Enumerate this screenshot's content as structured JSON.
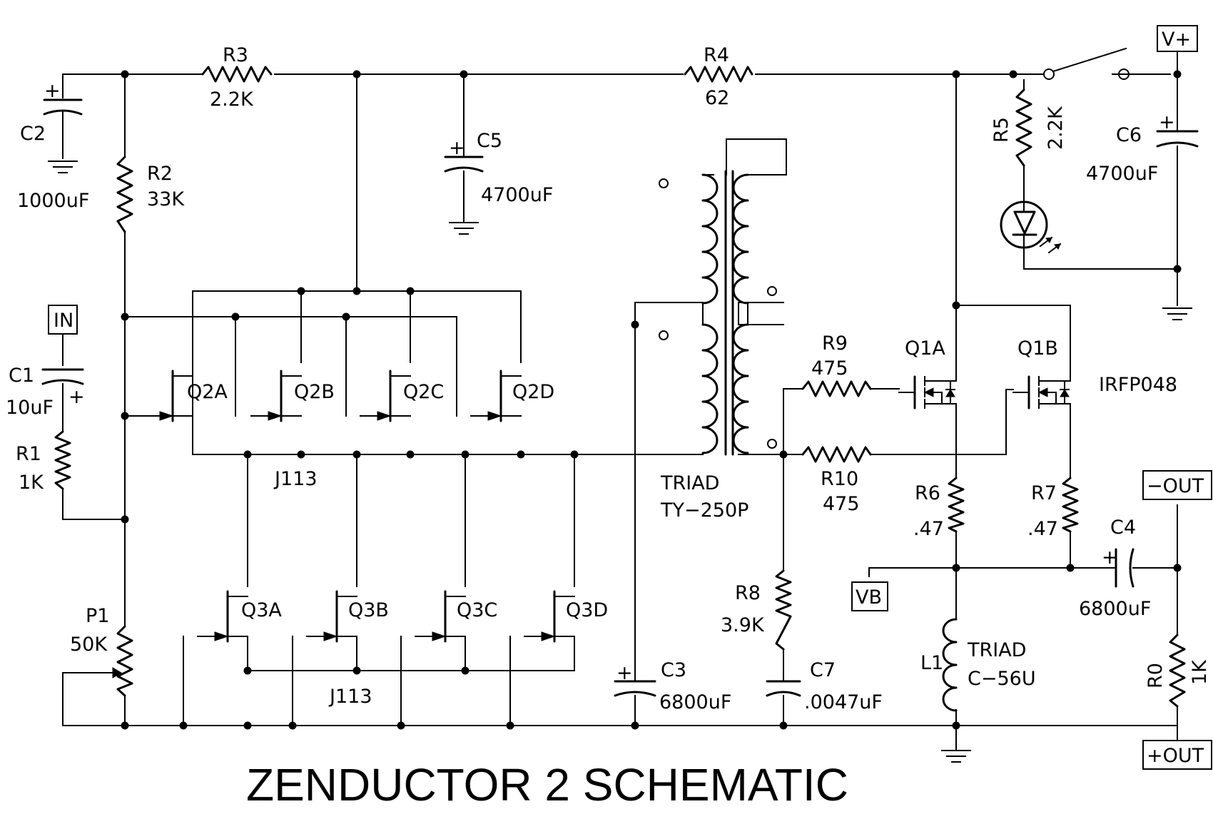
{
  "title": "ZENDUCTOR 2 SCHEMATIC",
  "ports": {
    "in": "IN",
    "vplus": "V+",
    "vb": "VB",
    "out_neg": "−OUT",
    "out_pos": "+OUT"
  },
  "resistors": {
    "r0": {
      "ref": "R0",
      "value": "1K"
    },
    "r1": {
      "ref": "R1",
      "value": "1K"
    },
    "r2": {
      "ref": "R2",
      "value": "33K"
    },
    "r3": {
      "ref": "R3",
      "value": "2.2K"
    },
    "r4": {
      "ref": "R4",
      "value": "62"
    },
    "r5": {
      "ref": "R5",
      "value": "2.2K"
    },
    "r6": {
      "ref": "R6",
      "value": ".47"
    },
    "r7": {
      "ref": "R7",
      "value": ".47"
    },
    "r8": {
      "ref": "R8",
      "value": "3.9K"
    },
    "r9": {
      "ref": "R9",
      "value": "475"
    },
    "r10": {
      "ref": "R10",
      "value": "475"
    }
  },
  "capacitors": {
    "c1": {
      "ref": "C1",
      "value": "10uF"
    },
    "c2": {
      "ref": "C2",
      "value": "1000uF"
    },
    "c3": {
      "ref": "C3",
      "value": "6800uF"
    },
    "c4": {
      "ref": "C4",
      "value": "6800uF"
    },
    "c5": {
      "ref": "C5",
      "value": "4700uF"
    },
    "c6": {
      "ref": "C6",
      "value": "4700uF"
    },
    "c7": {
      "ref": "C7",
      "value": ".0047uF"
    }
  },
  "pot": {
    "ref": "P1",
    "value": "50K"
  },
  "inductor": {
    "ref": "L1",
    "make": "TRIAD",
    "part": "C−56U"
  },
  "transformer": {
    "make": "TRIAD",
    "part": "TY−250P"
  },
  "transistors": {
    "q2": [
      "Q2A",
      "Q2B",
      "Q2C",
      "Q2D"
    ],
    "q3": [
      "Q3A",
      "Q3B",
      "Q3C",
      "Q3D"
    ],
    "jfet_part": "J113",
    "q1a": "Q1A",
    "q1b": "Q1B",
    "mosfet_part": "IRFP048"
  },
  "polarity_mark": "+"
}
